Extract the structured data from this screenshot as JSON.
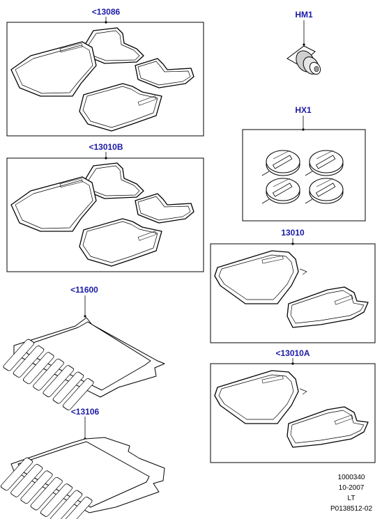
{
  "parts": {
    "p13086": {
      "label": "<13086"
    },
    "p13010b": {
      "label": "<13010B"
    },
    "p11600": {
      "label": "<11600"
    },
    "p13106": {
      "label": "<13106"
    },
    "hm1": {
      "label": "HM1"
    },
    "hx1": {
      "label": "HX1"
    },
    "p13010": {
      "label": "13010"
    },
    "p13010a": {
      "label": "<13010A"
    }
  },
  "footer": {
    "ref": "1000340",
    "date": "10-2007",
    "region": "LT",
    "plate": "P0138512-02"
  },
  "colors": {
    "callout": "#1a1aa6",
    "line": "#000000"
  }
}
